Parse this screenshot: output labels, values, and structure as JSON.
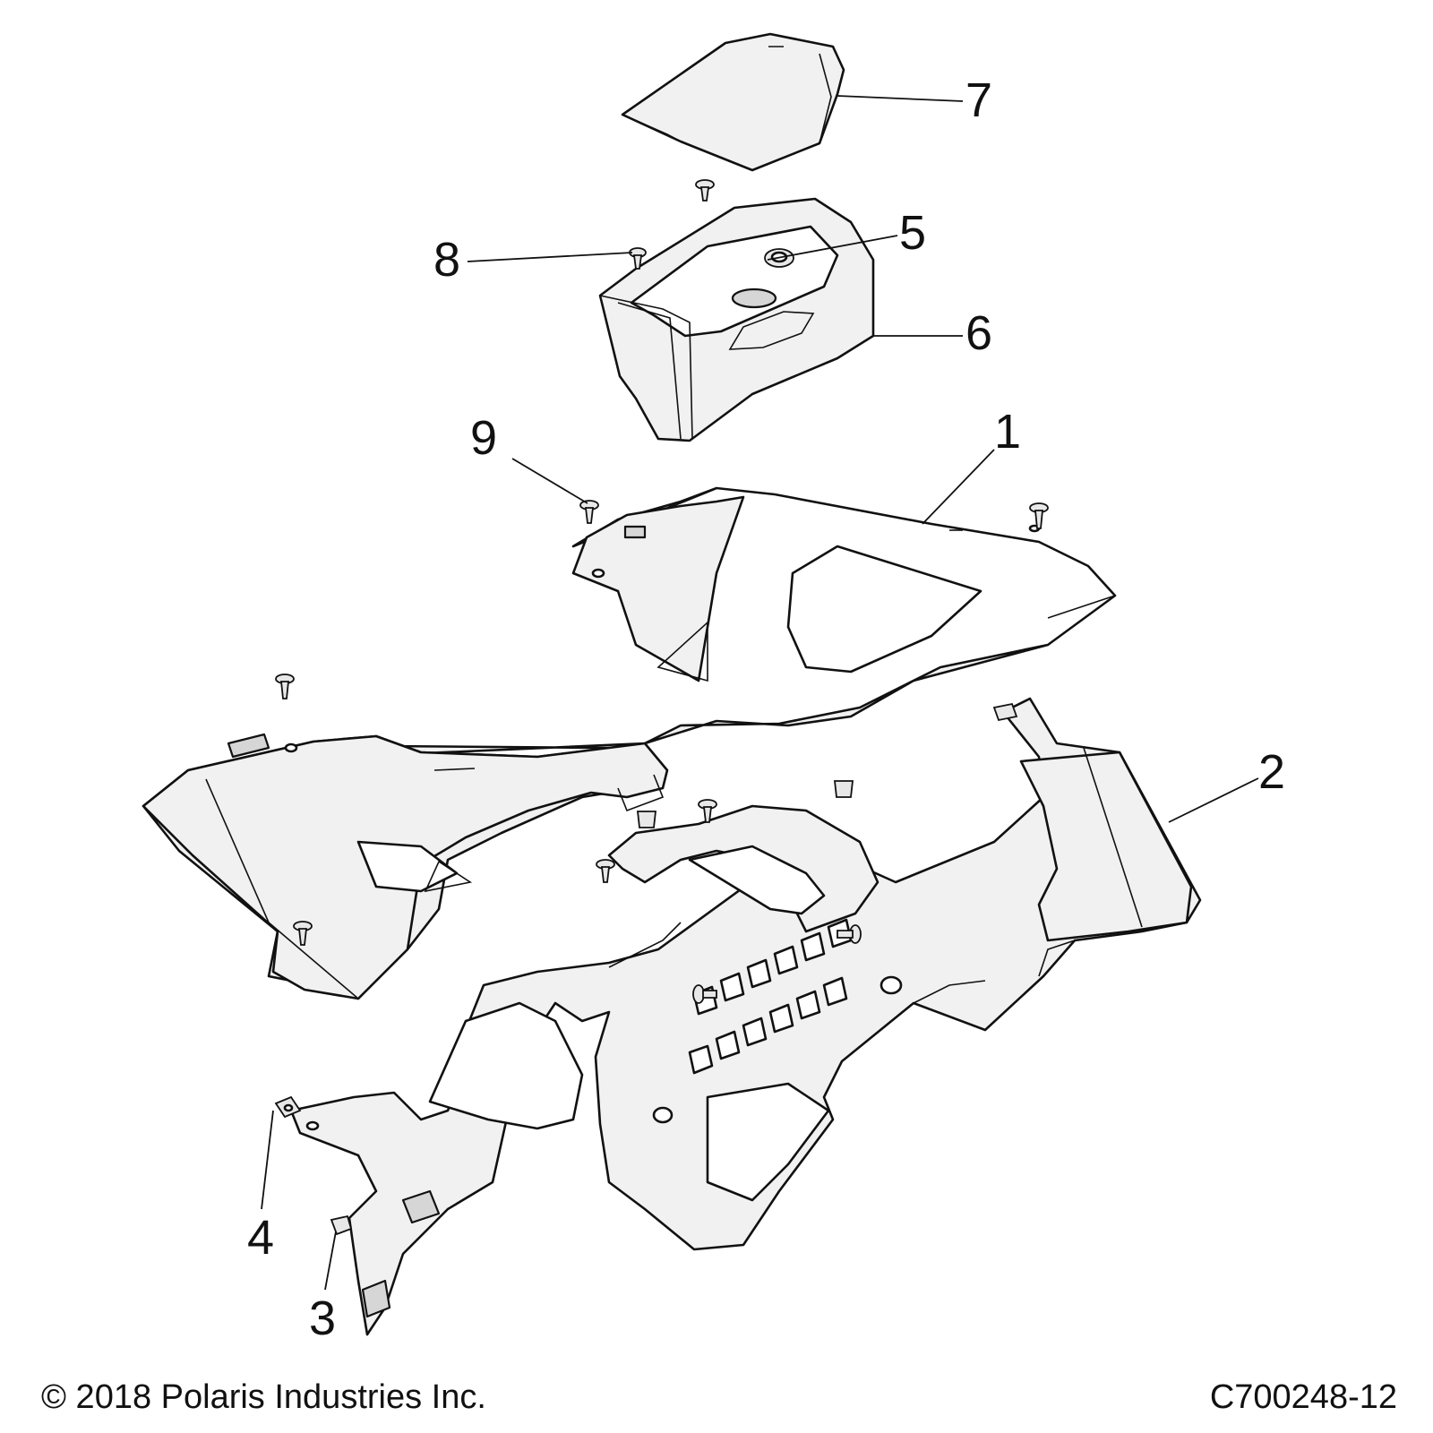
{
  "callouts": [
    {
      "id": "1",
      "label": "1"
    },
    {
      "id": "2",
      "label": "2"
    },
    {
      "id": "3",
      "label": "3"
    },
    {
      "id": "4",
      "label": "4"
    },
    {
      "id": "5",
      "label": "5"
    },
    {
      "id": "6",
      "label": "6"
    },
    {
      "id": "7",
      "label": "7"
    },
    {
      "id": "8",
      "label": "8"
    },
    {
      "id": "9",
      "label": "9"
    }
  ],
  "footer": {
    "copyright": "© 2018 Polaris Industries Inc.",
    "drawing_number": "C700248-12"
  }
}
